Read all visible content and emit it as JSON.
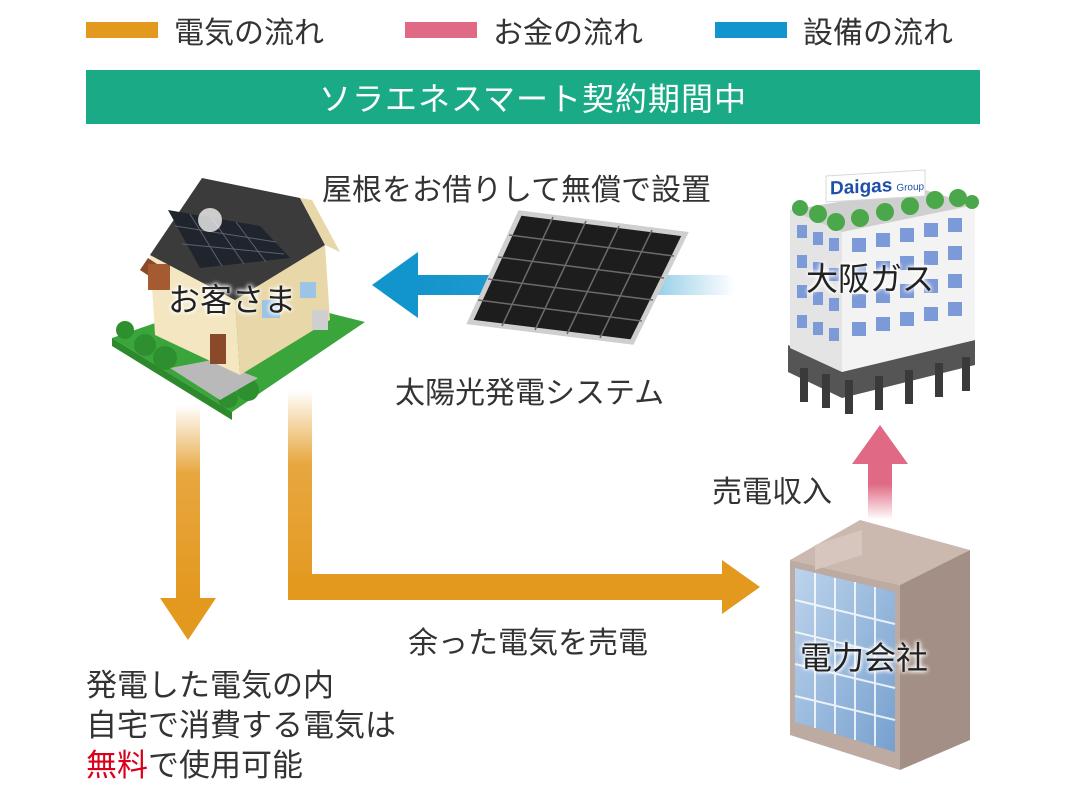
{
  "legend": [
    {
      "label": "電気の流れ",
      "color": "#e3981e"
    },
    {
      "label": "お金の流れ",
      "color": "#e06a86"
    },
    {
      "label": "設備の流れ",
      "color": "#1294cc"
    }
  ],
  "banner": {
    "label": "ソラエネスマート契約期間中",
    "color": "#1aab86"
  },
  "customer": {
    "label": "お客さま"
  },
  "osaka_gas": {
    "label": "大阪ガス",
    "sign": "Daigas",
    "sign_sub": "Group"
  },
  "power_company": {
    "label": "電力会社"
  },
  "solar": {
    "label": "太陽光発電システム"
  },
  "roof_caption": "屋根をお借りして無償で設置",
  "sell_income": "売電収入",
  "surplus": "余った電気を売電",
  "note": {
    "line1": "発電した電気の内",
    "line2": "自宅で消費する電気は",
    "line3_free": "無料",
    "line3_rest": "で使用可能"
  }
}
